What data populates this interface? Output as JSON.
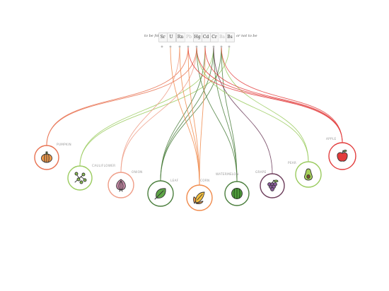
{
  "header": {
    "left_text": "to be fst",
    "right_text": "or not to be",
    "elements": [
      {
        "symbol": "Sr",
        "active": true
      },
      {
        "symbol": "U",
        "active": true
      },
      {
        "symbol": "Rn",
        "active": true
      },
      {
        "symbol": "Pb",
        "active": false
      },
      {
        "symbol": "Hg",
        "active": true
      },
      {
        "symbol": "Cd",
        "active": true
      },
      {
        "symbol": "Cr",
        "active": true
      },
      {
        "symbol": "Ba",
        "active": false
      },
      {
        "symbol": "Bs",
        "active": true
      }
    ]
  },
  "items": [
    {
      "name": "PUMPKIN",
      "icon": "pumpkin-icon",
      "color": "#e8704f"
    },
    {
      "name": "CAULIFLOWER",
      "icon": "cauliflower-icon",
      "color": "#9acb5e"
    },
    {
      "name": "ONION",
      "icon": "onion-icon",
      "color": "#ef9c86"
    },
    {
      "name": "LEAF",
      "icon": "leaf-icon",
      "color": "#4a7e3c"
    },
    {
      "name": "CORN",
      "icon": "corn-icon",
      "color": "#f08a4b"
    },
    {
      "name": "WATERMELON",
      "icon": "watermelon-icon",
      "color": "#4a7e3c"
    },
    {
      "name": "GRAPE",
      "icon": "grape-icon",
      "color": "#6c3c5a"
    },
    {
      "name": "PEAR",
      "icon": "pear-icon",
      "color": "#9acb5e"
    },
    {
      "name": "APPLE",
      "icon": "apple-icon",
      "color": "#e23c3c"
    }
  ]
}
